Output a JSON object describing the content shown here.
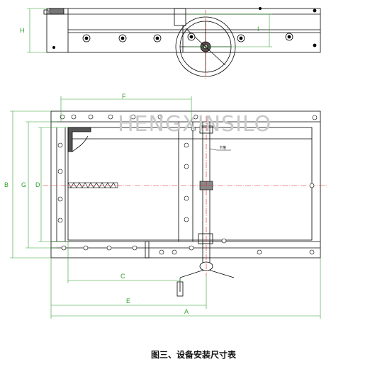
{
  "caption": "图三、设备安装尺寸表",
  "watermark": "HENGXINSILO",
  "part_label": "卡箍",
  "dimensions": {
    "a": "A",
    "b": "B",
    "c": "C",
    "d": "D",
    "e": "E",
    "f": "F",
    "g": "G",
    "h": "H",
    "i": "I"
  },
  "colors": {
    "line": "#000000",
    "dimension": "#2fa02f",
    "centerline": "#d62020",
    "watermark": "#c8c8c8"
  }
}
